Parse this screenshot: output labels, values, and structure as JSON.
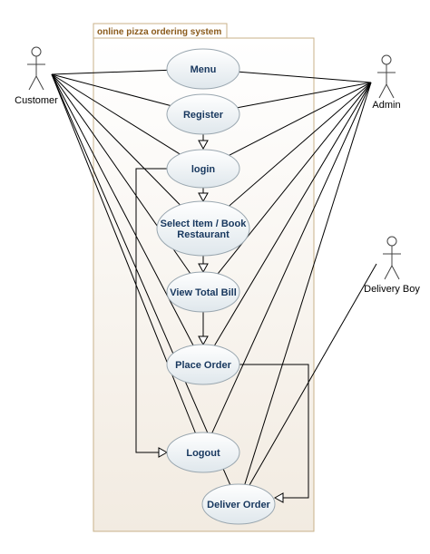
{
  "system": {
    "title": "online pizza ordering system"
  },
  "actors": [
    {
      "id": "customer",
      "name": "Customer"
    },
    {
      "id": "admin",
      "name": "Admin"
    },
    {
      "id": "delivery",
      "name": "Delivery Boy"
    }
  ],
  "use_cases": [
    {
      "id": "menu",
      "lines": [
        "Menu"
      ]
    },
    {
      "id": "register",
      "lines": [
        "Register"
      ]
    },
    {
      "id": "login",
      "lines": [
        "login"
      ]
    },
    {
      "id": "select",
      "lines": [
        "Select Item / Book",
        "Restaurant"
      ]
    },
    {
      "id": "bill",
      "lines": [
        "View Total Bill"
      ]
    },
    {
      "id": "place",
      "lines": [
        "Place Order"
      ]
    },
    {
      "id": "logout",
      "lines": [
        "Logout"
      ]
    },
    {
      "id": "deliver",
      "lines": [
        "Deliver Order"
      ]
    }
  ],
  "associations": [
    [
      "customer",
      "menu"
    ],
    [
      "customer",
      "register"
    ],
    [
      "customer",
      "login"
    ],
    [
      "customer",
      "select"
    ],
    [
      "customer",
      "bill"
    ],
    [
      "customer",
      "place"
    ],
    [
      "customer",
      "logout"
    ],
    [
      "customer",
      "deliver"
    ],
    [
      "admin",
      "menu"
    ],
    [
      "admin",
      "register"
    ],
    [
      "admin",
      "login"
    ],
    [
      "admin",
      "select"
    ],
    [
      "admin",
      "bill"
    ],
    [
      "admin",
      "place"
    ],
    [
      "admin",
      "logout"
    ],
    [
      "admin",
      "deliver"
    ],
    [
      "delivery",
      "deliver"
    ]
  ],
  "flows": [
    {
      "from": "register",
      "to": "login"
    },
    {
      "from": "login",
      "to": "select"
    },
    {
      "from": "select",
      "to": "bill"
    },
    {
      "from": "bill",
      "to": "place"
    },
    {
      "from": "login",
      "to": "logout"
    },
    {
      "from": "place",
      "to": "deliver"
    }
  ],
  "colors": {
    "ellipse_fill_top": "#ffffff",
    "ellipse_fill_bottom": "#dfe7ec",
    "ellipse_stroke": "#9aa7b0",
    "system_border": "#c8b28a",
    "system_fill_top": "#ffffff",
    "system_fill_bottom": "#f2ebe1",
    "line": "#000000"
  }
}
